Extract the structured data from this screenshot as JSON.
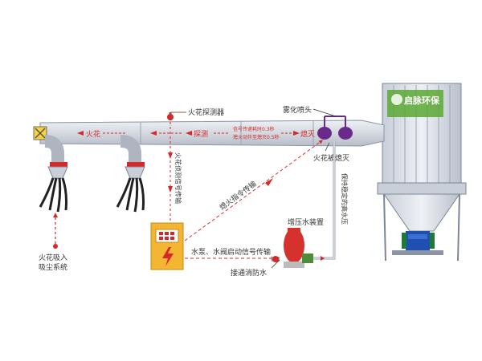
{
  "labels": {
    "spark_in_duct": "火花",
    "detect_in_duct": "探测",
    "extinguish_in_duct": "熄灭",
    "spark_detector": "火花探测器",
    "atomizing_nozzle": "雾化喷头",
    "spark_extinguished": "火花被熄灭",
    "signal_line_1": "信号传递耗时0.3秒",
    "signal_line_2": "熄火动作至熄灭0.5秒",
    "detector_signal_vertical": "火花侦测信号传输",
    "extinguish_command": "熄火指令传输",
    "pump_signal": "水泵、水阀启动信号传输",
    "booster_device": "增压水装置",
    "fire_water": "接通消防水",
    "high_pressure_vertical": "保持稳定的高水压",
    "suction_vertical_1": "火花吸入",
    "suction_vertical_2": "吸尘系统",
    "brand": "启脉环保"
  },
  "colors": {
    "duct": "#d8dce3",
    "duct_edge": "#8a94a6",
    "arrow_red": "#d62828",
    "panel_yellow": "#f2b632",
    "nozzle_purple": "#6a2a8a",
    "tank_red": "#d6322d",
    "motor_blue": "#1f4fb0",
    "brand_green": "#5aa832"
  },
  "icons": [
    "lightning-icon",
    "fire-icon",
    "arrow-icon"
  ]
}
